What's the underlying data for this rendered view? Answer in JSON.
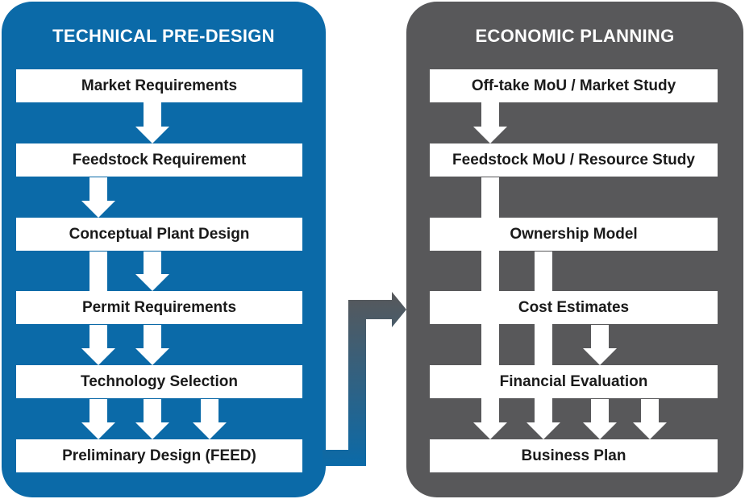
{
  "colors": {
    "technical_panel": "#0b6aa8",
    "economic_panel": "#58585a",
    "step_box": "#ffffff",
    "connector_arrow": "#3f6f96"
  },
  "technical": {
    "title": "TECHNICAL PRE-DESIGN",
    "steps": [
      "Market Requirements",
      "Feedstock Requirement",
      "Conceptual Plant Design",
      "Permit Requirements",
      "Technology Selection",
      "Preliminary Design (FEED)"
    ]
  },
  "economic": {
    "title": "ECONOMIC PLANNING",
    "steps": [
      "Off-take MoU / Market Study",
      "Feedstock MoU / Resource Study",
      "Ownership Model",
      "Cost Estimates",
      "Financial Evaluation",
      "Business Plan"
    ]
  }
}
